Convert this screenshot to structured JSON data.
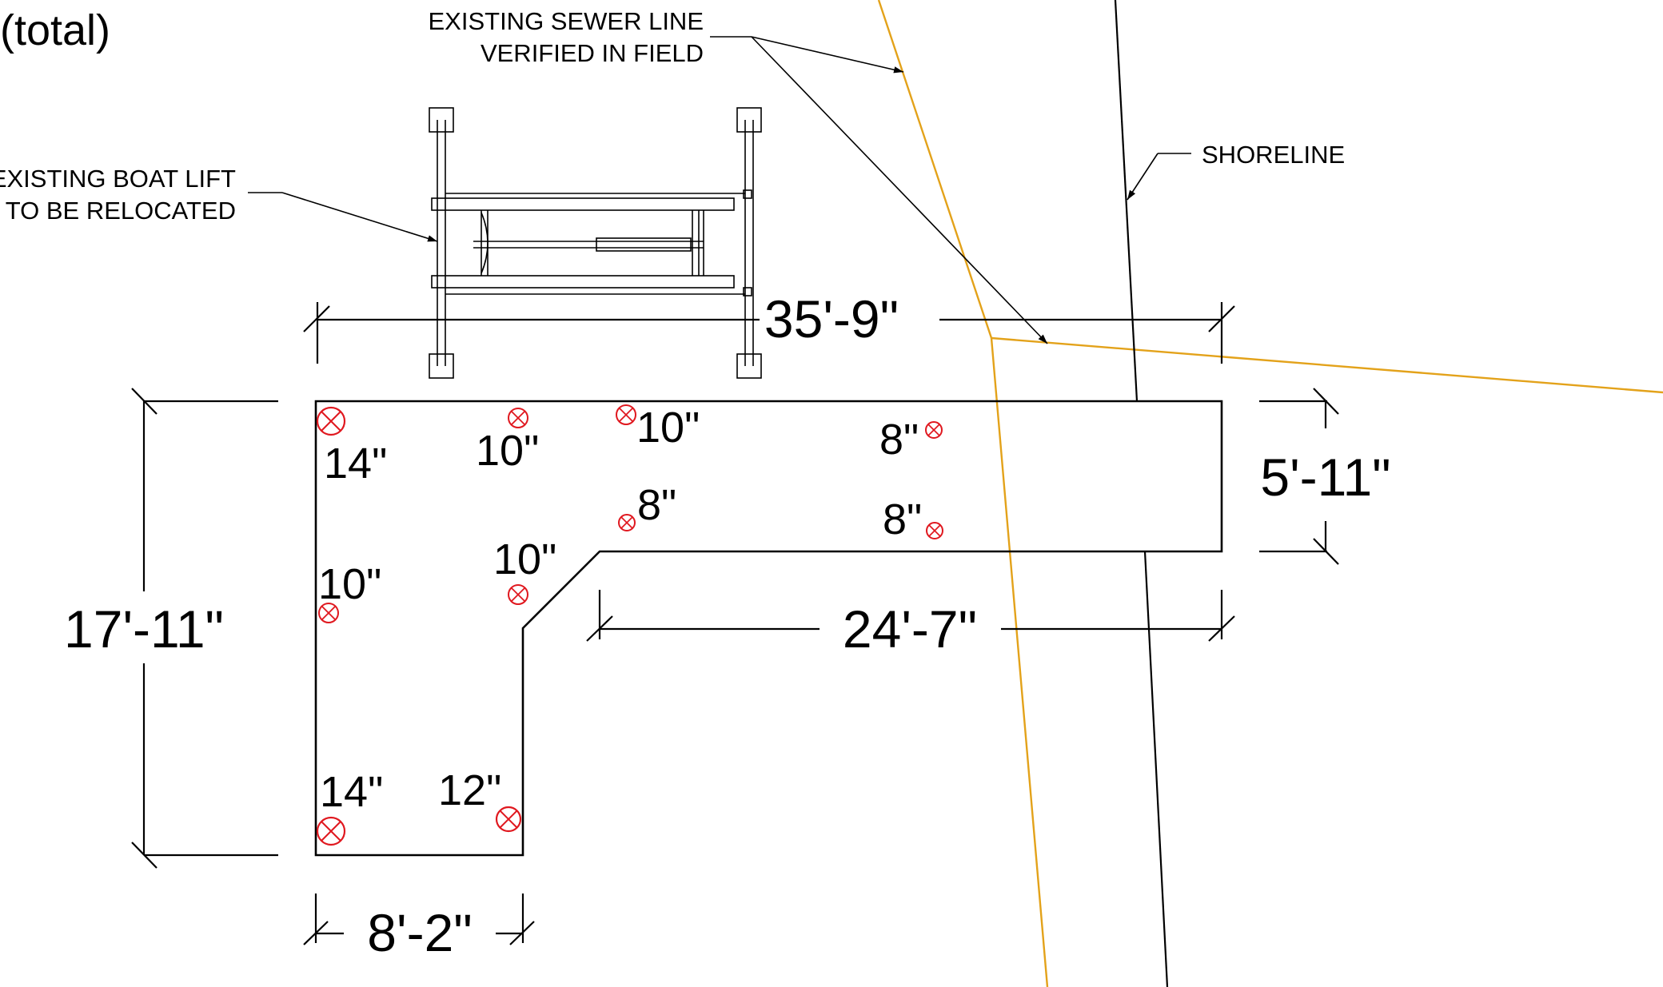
{
  "header": {
    "label": "(total)"
  },
  "notes": {
    "sewer_line_1": "EXISTING SEWER LINE",
    "sewer_line_2": "VERIFIED IN FIELD",
    "boat_lift_1": "EXISTING BOAT LIFT",
    "boat_lift_2": "TO BE RELOCATED",
    "shoreline": "SHORELINE"
  },
  "dimensions": {
    "overall_length": "35'-9\"",
    "overall_width": "17'-11\"",
    "pier_depth": "5'-11\"",
    "pier_arm_length": "24'-7\"",
    "leg_width": "8'-2\""
  },
  "piles": [
    {
      "label": "14\""
    },
    {
      "label": "10\""
    },
    {
      "label": "10\""
    },
    {
      "label": "8\""
    },
    {
      "label": "8\""
    },
    {
      "label": "8\""
    },
    {
      "label": "10\""
    },
    {
      "label": "10\""
    },
    {
      "label": "14\""
    },
    {
      "label": "12\""
    }
  ],
  "colors": {
    "outline": "#000000",
    "sewer_line": "#E3A21A",
    "pile_marker": "#E0181F"
  }
}
